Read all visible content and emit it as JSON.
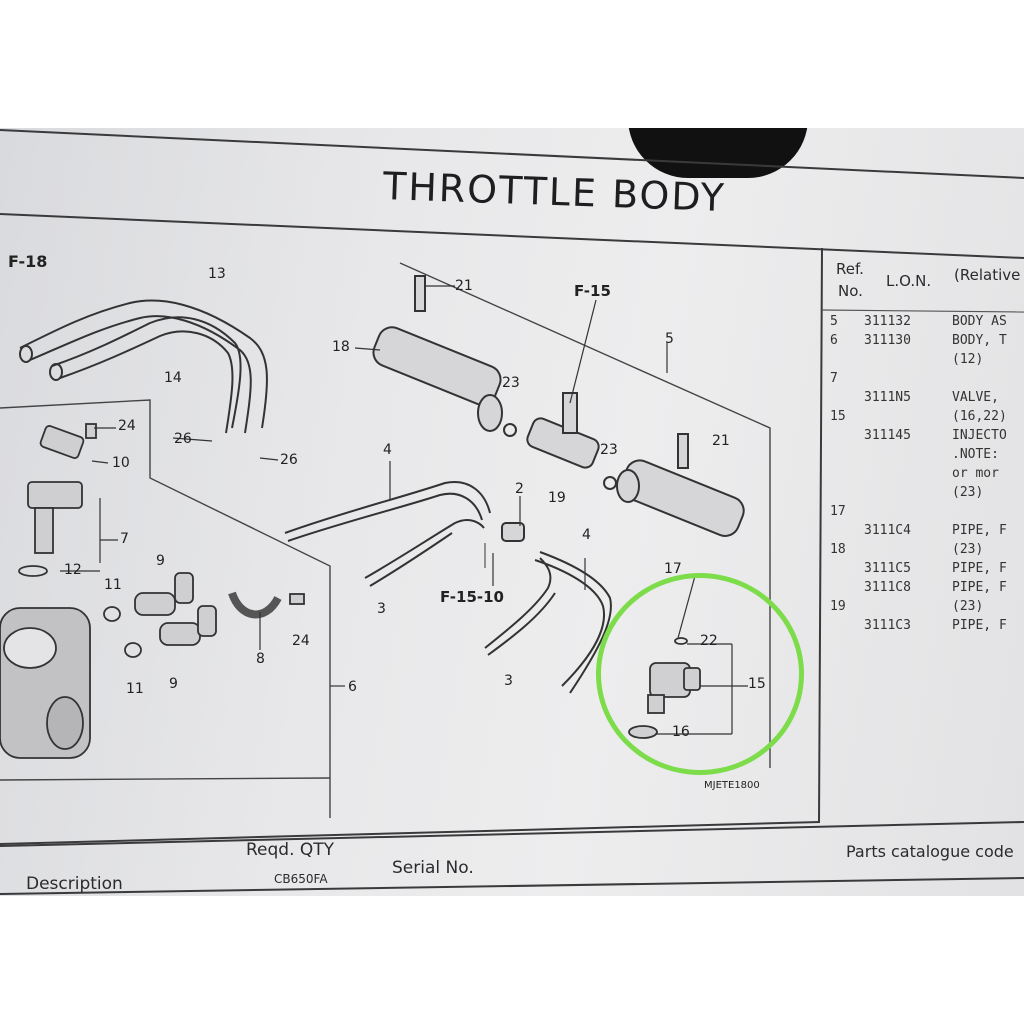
{
  "page": {
    "title": "THROTTLE BODY",
    "drawing_code": "MJETE1800"
  },
  "diagram": {
    "callouts": {
      "c1": "F-18",
      "c2": "13",
      "c3": "14",
      "c4": "24",
      "c5": "10",
      "c6": "26",
      "c7": "26",
      "c8": "7",
      "c9": "12",
      "c10": "11",
      "c11": "9",
      "c12": "11",
      "c13": "9",
      "c14": "8",
      "c15": "24",
      "c16": "6",
      "c17": "21",
      "c18": "18",
      "c19": "F-15",
      "c20": "5",
      "c21": "23",
      "c22": "23",
      "c23": "19",
      "c24": "21",
      "c25": "4",
      "c26": "2",
      "c27": "17",
      "c28": "4",
      "c29": "3",
      "c30": "F-15-10",
      "c31": "3",
      "c32": "22",
      "c33": "15",
      "c34": "16"
    }
  },
  "parts_table": {
    "header": {
      "ref": "Ref.",
      "no": "No.",
      "lon": "L.O.N.",
      "relative": "(Relative"
    },
    "rows": [
      {
        "ref": "5",
        "lon": "311132",
        "desc": "BODY AS"
      },
      {
        "ref": "6",
        "lon": "311130",
        "desc": "BODY, T"
      },
      {
        "ref": "",
        "lon": "",
        "desc": "(12)"
      },
      {
        "ref": "7",
        "lon": "",
        "desc": ""
      },
      {
        "ref": "",
        "lon": "3111N5",
        "desc": "VALVE,"
      },
      {
        "ref": "15",
        "lon": "",
        "desc": "(16,22)"
      },
      {
        "ref": "",
        "lon": "311145",
        "desc": "INJECTO"
      },
      {
        "ref": "",
        "lon": "",
        "desc": ".NOTE:"
      },
      {
        "ref": "",
        "lon": "",
        "desc": "or mor"
      },
      {
        "ref": "",
        "lon": "",
        "desc": "(23)"
      },
      {
        "ref": "17",
        "lon": "",
        "desc": ""
      },
      {
        "ref": "",
        "lon": "3111C4",
        "desc": "PIPE, F"
      },
      {
        "ref": "18",
        "lon": "",
        "desc": "(23)"
      },
      {
        "ref": "",
        "lon": "3111C5",
        "desc": "PIPE, F"
      },
      {
        "ref": "",
        "lon": "3111C8",
        "desc": "PIPE, F"
      },
      {
        "ref": "19",
        "lon": "",
        "desc": "(23)"
      },
      {
        "ref": "",
        "lon": "3111C3",
        "desc": "PIPE, F"
      }
    ]
  },
  "footer": {
    "description": "Description",
    "reqd_qty": "Reqd. QTY",
    "model": "CB650FA",
    "serial": "Serial No.",
    "catalogue": "Parts catalogue code"
  },
  "colors": {
    "highlight": "#7ddc4a",
    "ink": "#2b2b2d"
  }
}
